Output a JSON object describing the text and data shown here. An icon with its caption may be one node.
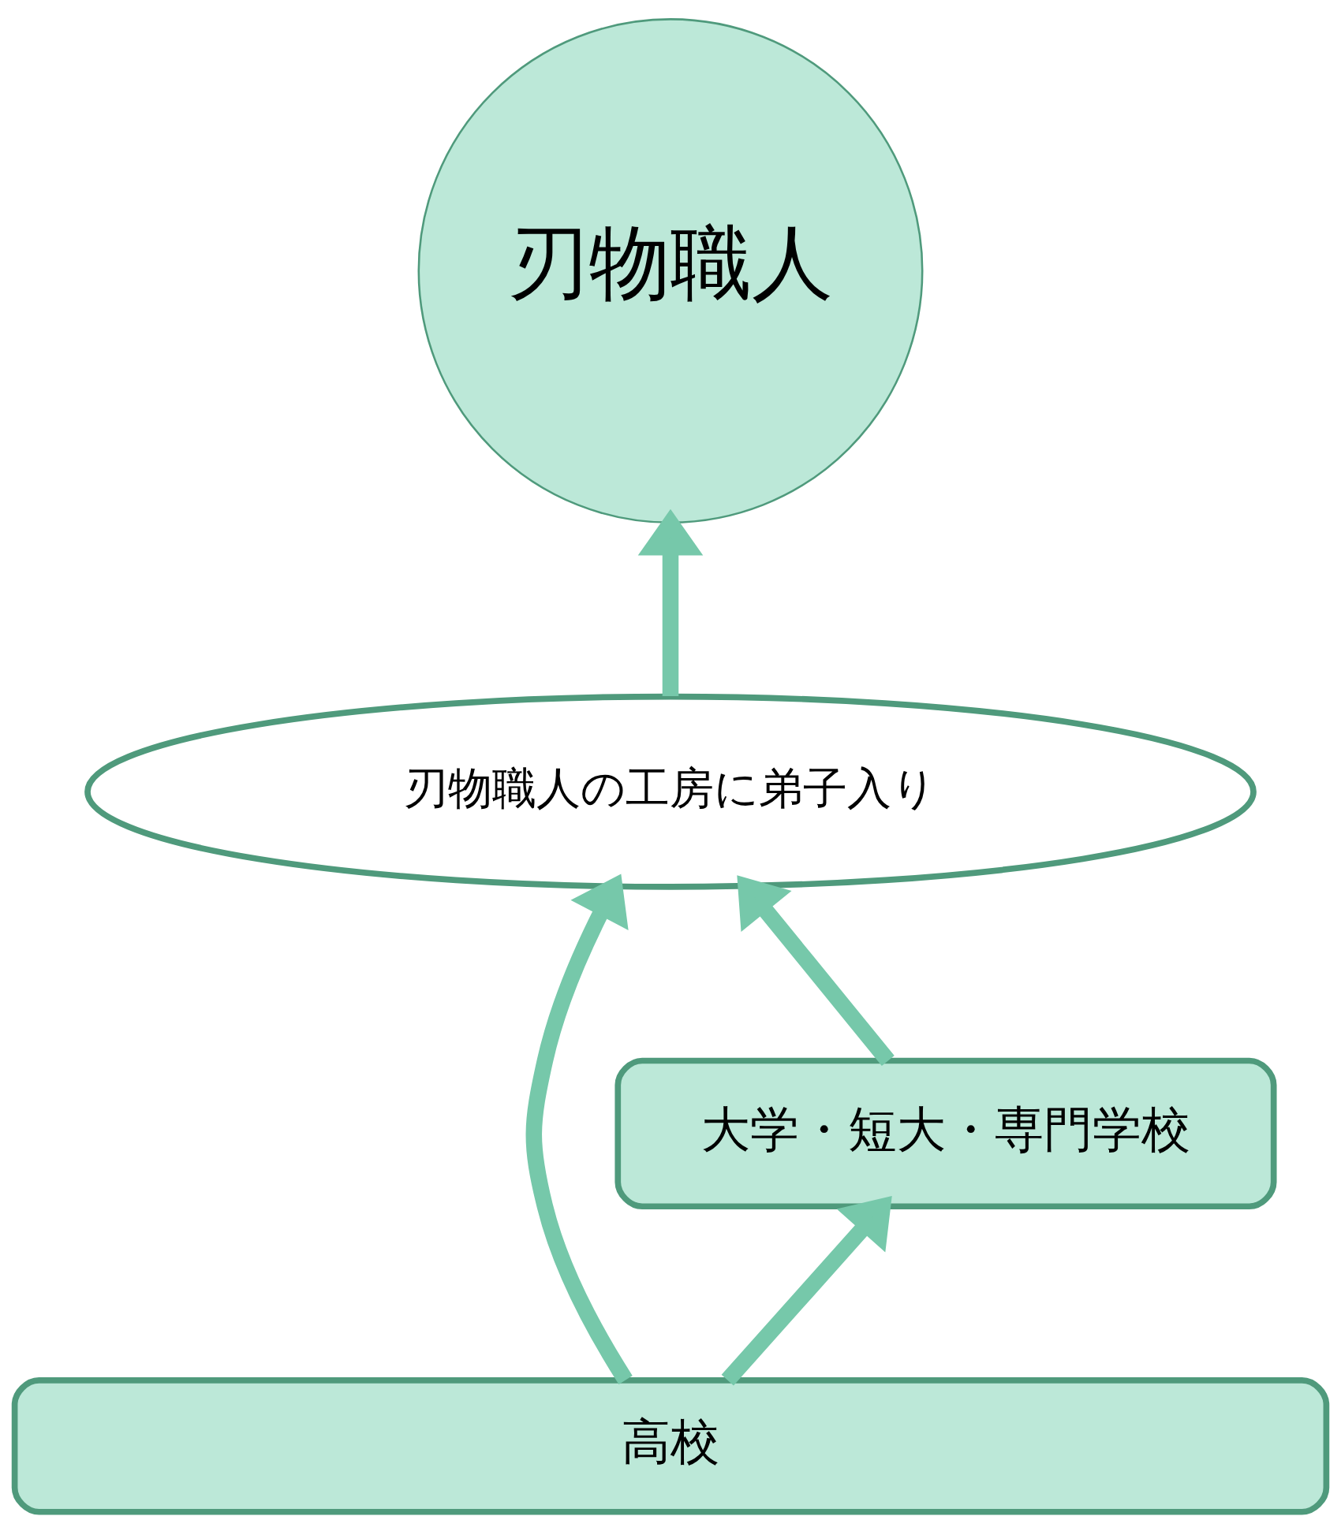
{
  "diagram": {
    "nodes": [
      {
        "text": [
          "刃物職人"
        ]
      },
      {
        "text": [
          "刃物職人の工房に弟子入り"
        ]
      },
      {
        "text": [
          "大学・短大・専門学校"
        ]
      },
      {
        "text": [
          "高校"
        ]
      }
    ],
    "edges": [
      {
        "from": 1,
        "to": 0,
        "arrow": "to"
      },
      {
        "from": 3,
        "to": 1,
        "arrow": "to"
      },
      {
        "from": 3,
        "to": 2,
        "arrow": "to"
      },
      {
        "from": 2,
        "to": 1,
        "arrow": "to"
      }
    ]
  }
}
